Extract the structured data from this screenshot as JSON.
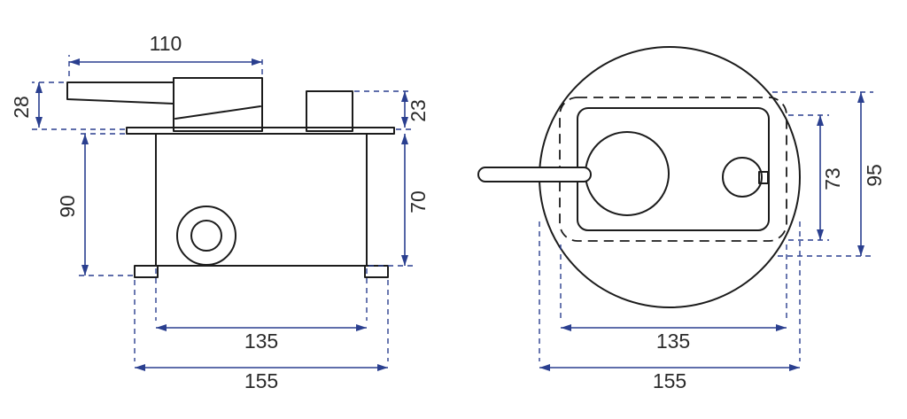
{
  "colors": {
    "background": "#ffffff",
    "drawing": "#1c1c1c",
    "dimension": "#2a3f8f",
    "text": "#2b2b2b"
  },
  "left_view": {
    "dimensions": {
      "d110": "110",
      "d28": "28",
      "d23": "23",
      "d90": "90",
      "d70": "70",
      "d135": "135",
      "d155": "155"
    }
  },
  "right_view": {
    "dimensions": {
      "d73": "73",
      "d95": "95",
      "d135": "135",
      "d155": "155"
    }
  }
}
